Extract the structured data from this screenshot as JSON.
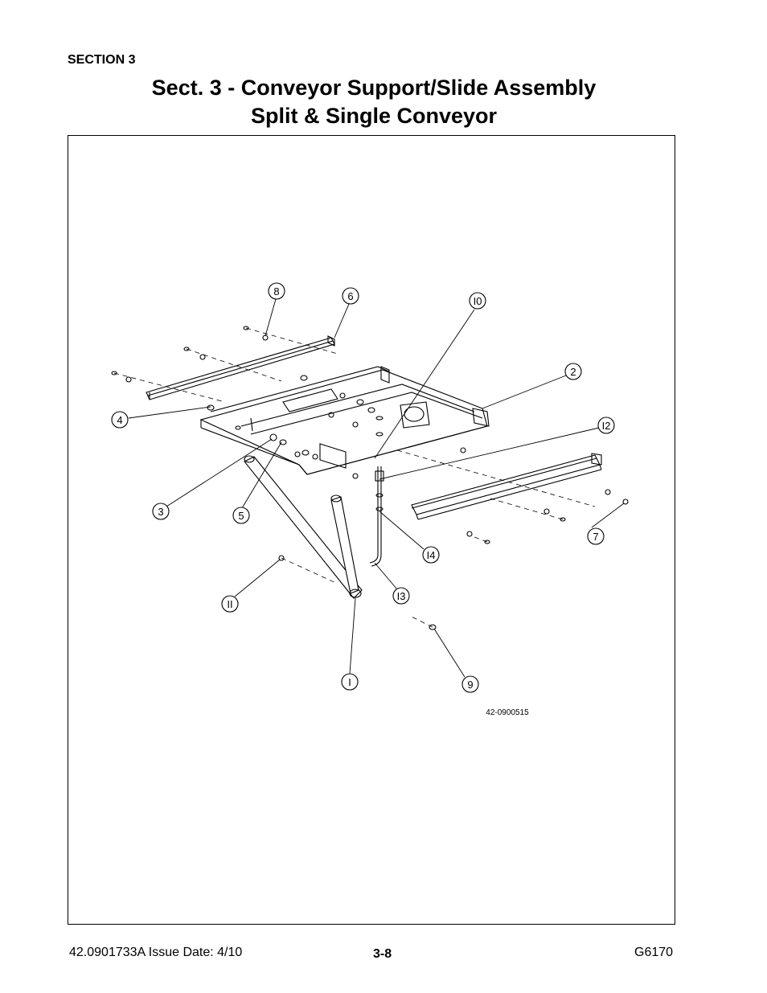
{
  "header": {
    "section": "SECTION 3",
    "title_line1": "Sect. 3 - Conveyor Support/Slide Assembly",
    "title_line2": "Split & Single Conveyor"
  },
  "diagram": {
    "drawing_number": "42-0900515",
    "callouts": [
      "8",
      "6",
      "I0",
      "2",
      "4",
      "I2",
      "3",
      "5",
      "7",
      "I4",
      "II",
      "I3",
      "I",
      "9"
    ]
  },
  "footer": {
    "doc_issue": "42.0901733A  Issue Date: 4/10",
    "page": "3-8",
    "model": "G6170"
  }
}
